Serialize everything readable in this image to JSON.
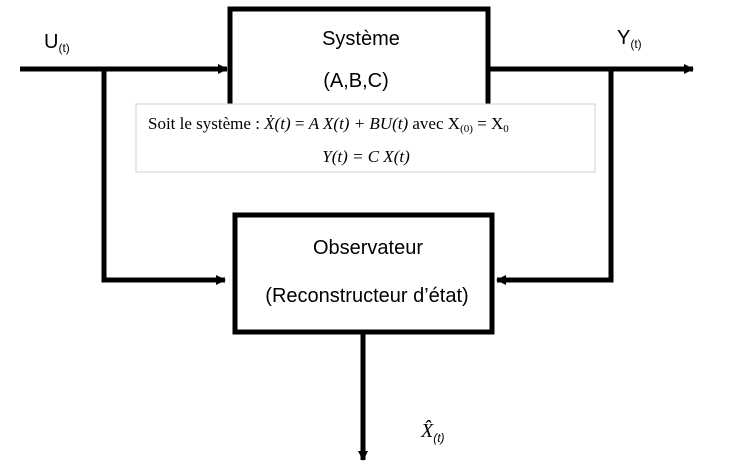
{
  "inputs": {
    "u_label": "U",
    "u_sub": "(t)"
  },
  "outputs": {
    "y_label": "Y",
    "y_sub": "(t)"
  },
  "system_block": {
    "title": "Système",
    "matrices": "(A,B,C)"
  },
  "equation_box": {
    "line1_prefix": "Soit le système : ",
    "line1_lhs": "Ẋ(t)",
    "line1_eq": " = ",
    "line1_rhs": "A X(t) + BU(t)",
    "line1_avec": "  avec X",
    "line1_sub0": "(0)",
    "line1_eq2": " = X",
    "line1_sub1": "0",
    "line2": "Y(t) = C X(t)"
  },
  "observer_block": {
    "title": "Observateur",
    "subtitle": "(Reconstructeur d’état)"
  },
  "estimate": {
    "label": "X̂",
    "sub": "(t)"
  }
}
